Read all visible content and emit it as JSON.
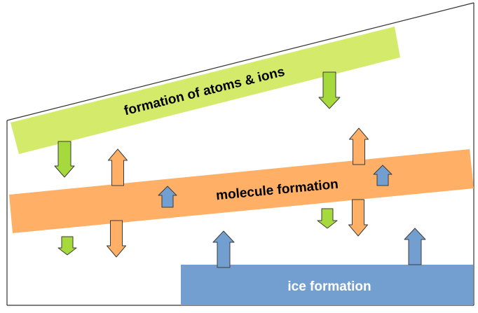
{
  "diagram": {
    "bands": {
      "atoms": {
        "label": "formation of atoms & ions",
        "color": "#d4ea6b"
      },
      "molecules": {
        "label": "molecule formation",
        "color": "#ffb066"
      },
      "ice": {
        "label": "ice formation",
        "color": "#729fcf"
      }
    },
    "arrow_colors": {
      "green": "#a6d93c",
      "orange": "#ffb066",
      "blue": "#729fcf",
      "stroke": "#3b3b3b"
    },
    "line_color": "#333333"
  }
}
